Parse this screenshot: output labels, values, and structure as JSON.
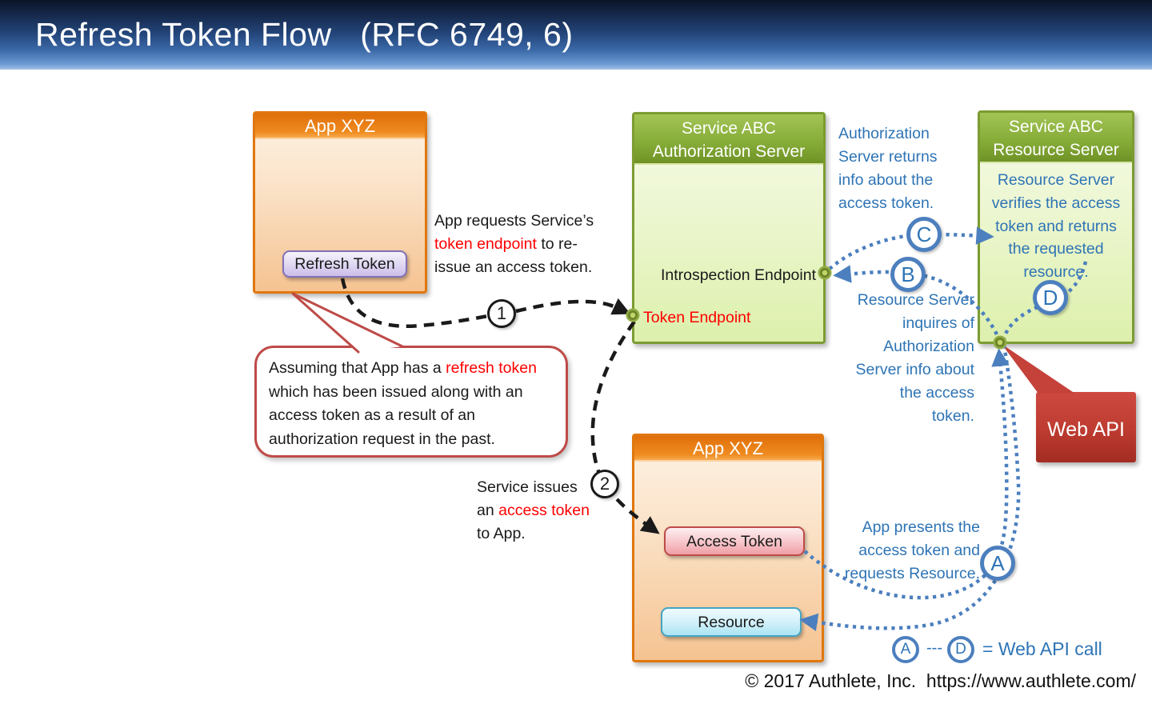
{
  "slide": {
    "title": "Refresh Token Flow   (RFC 6749, 6)"
  },
  "colors": {
    "title_bar_top": "#0A1426",
    "title_bar_bottom": "#A3C3E9",
    "orange_accent": "#E0770F",
    "green_accent": "#7C9C32",
    "blue_note_text": "#2E74B5",
    "red_highlight": "#FF0000",
    "callout_border_red": "#BE4B48",
    "web_api_red": "#B5372C",
    "arrow_black": "#1A1A1A",
    "arrow_blue": "#4C7FBE",
    "refresh_token_purple": "#8070B8",
    "access_token_red": "#BE4B48",
    "resource_cyan": "#44A5C4"
  },
  "app_top": {
    "title": "App XYZ",
    "refresh_token": "Refresh Token"
  },
  "auth_server": {
    "title_line1": "Service ABC",
    "title_line2": "Authorization Server",
    "introspection_endpoint": "Introspection Endpoint",
    "token_endpoint": "Token Endpoint"
  },
  "resource_server": {
    "title_line1": "Service ABC",
    "title_line2": "Resource Server",
    "note": "Resource Server verifies the access token and returns the requested resource."
  },
  "app_bottom": {
    "title": "App XYZ",
    "access_token": "Access Token",
    "resource": "Resource"
  },
  "callout": {
    "pre": "Assuming that App has a ",
    "highlight": "refresh token",
    "post": " which has been issued along with an access token as a result of an authorization request in the past."
  },
  "step1": {
    "marker": "1",
    "pre": "App requests Service’s ",
    "highlight": "token endpoint",
    "post": " to re-issue an access token."
  },
  "step2": {
    "marker": "2",
    "pre": "Service issues an ",
    "highlight": "access token",
    "post": " to App."
  },
  "notes": {
    "auth_returns": "Authorization Server returns info about the access token.",
    "resource_inquires": "Resource Server inquires of Authorization Server info about the access token.",
    "app_presents": "App presents the access token and requests Resource."
  },
  "web_api": {
    "label": "Web API"
  },
  "markers": {
    "a": "A",
    "b": "B",
    "c": "C",
    "d": "D"
  },
  "legend": {
    "start": "A",
    "dashes": "---",
    "end": "D",
    "label": "= Web API call"
  },
  "footer": {
    "copyright": "© 2017 Authlete, Inc.  https://www.authlete.com/"
  }
}
